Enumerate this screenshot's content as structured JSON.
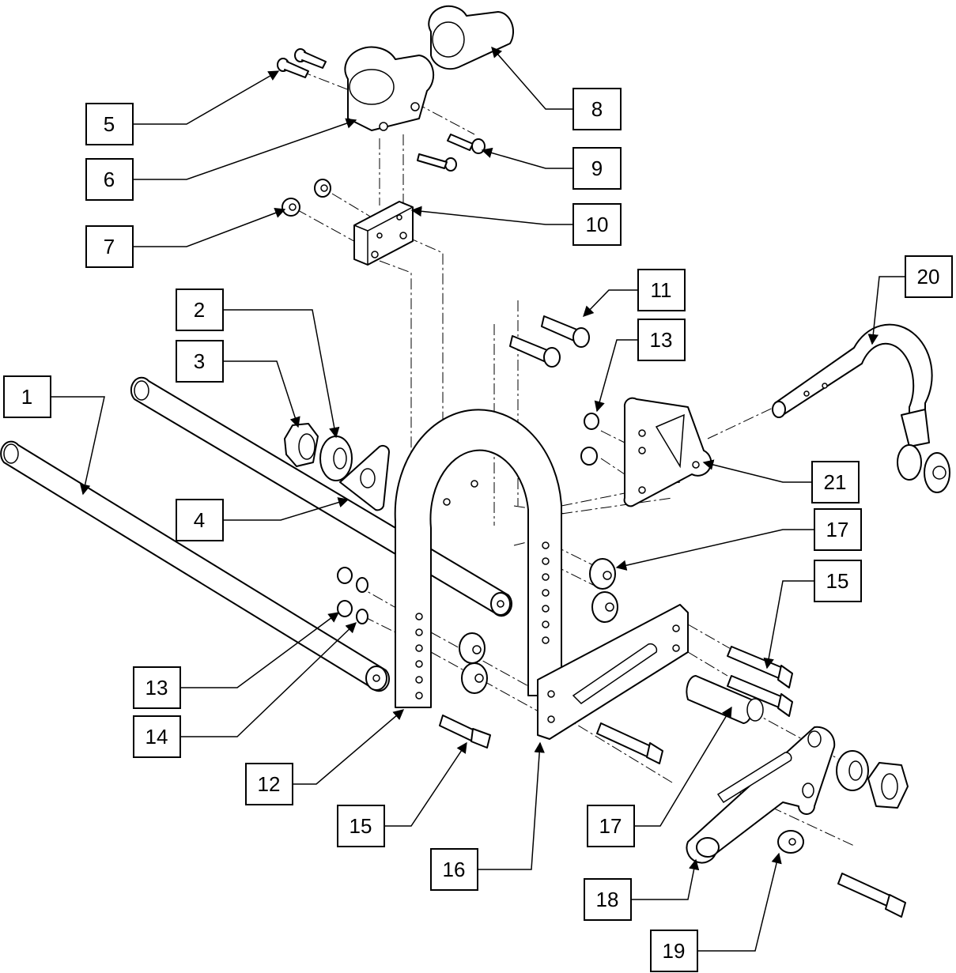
{
  "callouts": [
    {
      "id": "c1",
      "number": "1"
    },
    {
      "id": "c2",
      "number": "2"
    },
    {
      "id": "c3",
      "number": "3"
    },
    {
      "id": "c4",
      "number": "4"
    },
    {
      "id": "c5",
      "number": "5"
    },
    {
      "id": "c6",
      "number": "6"
    },
    {
      "id": "c7",
      "number": "7"
    },
    {
      "id": "c8",
      "number": "8"
    },
    {
      "id": "c9",
      "number": "9"
    },
    {
      "id": "c10",
      "number": "10"
    },
    {
      "id": "c11",
      "number": "11"
    },
    {
      "id": "c12",
      "number": "12"
    },
    {
      "id": "c13a",
      "number": "13"
    },
    {
      "id": "c13b",
      "number": "13"
    },
    {
      "id": "c14",
      "number": "14"
    },
    {
      "id": "c15a",
      "number": "15"
    },
    {
      "id": "c15b",
      "number": "15"
    },
    {
      "id": "c16",
      "number": "16"
    },
    {
      "id": "c17a",
      "number": "17"
    },
    {
      "id": "c17b",
      "number": "17"
    },
    {
      "id": "c18",
      "number": "18"
    },
    {
      "id": "c19",
      "number": "19"
    },
    {
      "id": "c20",
      "number": "20"
    },
    {
      "id": "c21",
      "number": "21"
    }
  ]
}
